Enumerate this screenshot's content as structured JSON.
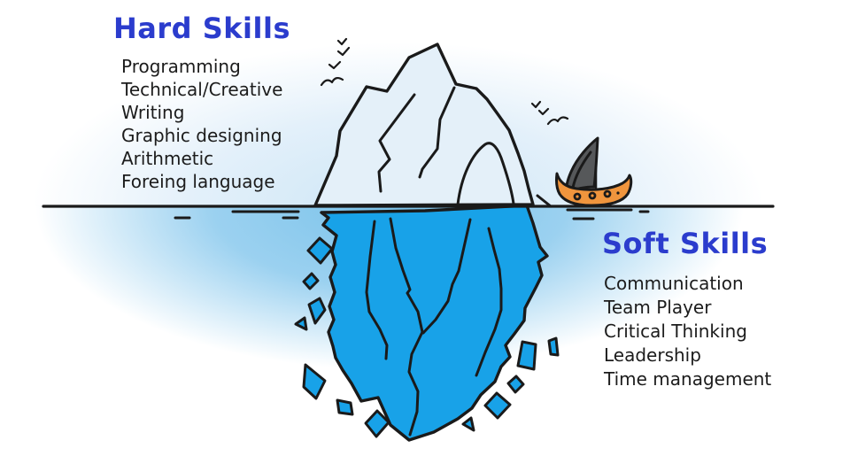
{
  "labels": {
    "hard_skills": {
      "title": "Hard Skills",
      "lines": [
        "Programming",
        "Technical/Creative",
        "Writing",
        "Graphic designing",
        "Arithmetic",
        "Foreing language"
      ]
    },
    "soft_skills": {
      "title": "Soft Skills",
      "lines": [
        "Communication",
        "Team Player",
        "Critical Thinking",
        "Leadership",
        "Time management"
      ]
    }
  },
  "colors": {
    "title_blue": "#2b3ccd",
    "text_black": "#1c1c1c",
    "outline": "#1a1a1a",
    "iceberg_above_water": "#e4f0f9",
    "iceberg_underwater": "#18a2e8",
    "boat_hull_orange": "#f0953d",
    "sail_gray": "#56585a",
    "sail_highlight": "#6e7071",
    "sky_tint": "#cde6f6",
    "water_tint": "#7cc3ea"
  },
  "scene": {
    "icons": [
      "iceberg-icon",
      "sailboat-icon",
      "birds-icon",
      "water-ripples",
      "ice-debris"
    ]
  }
}
